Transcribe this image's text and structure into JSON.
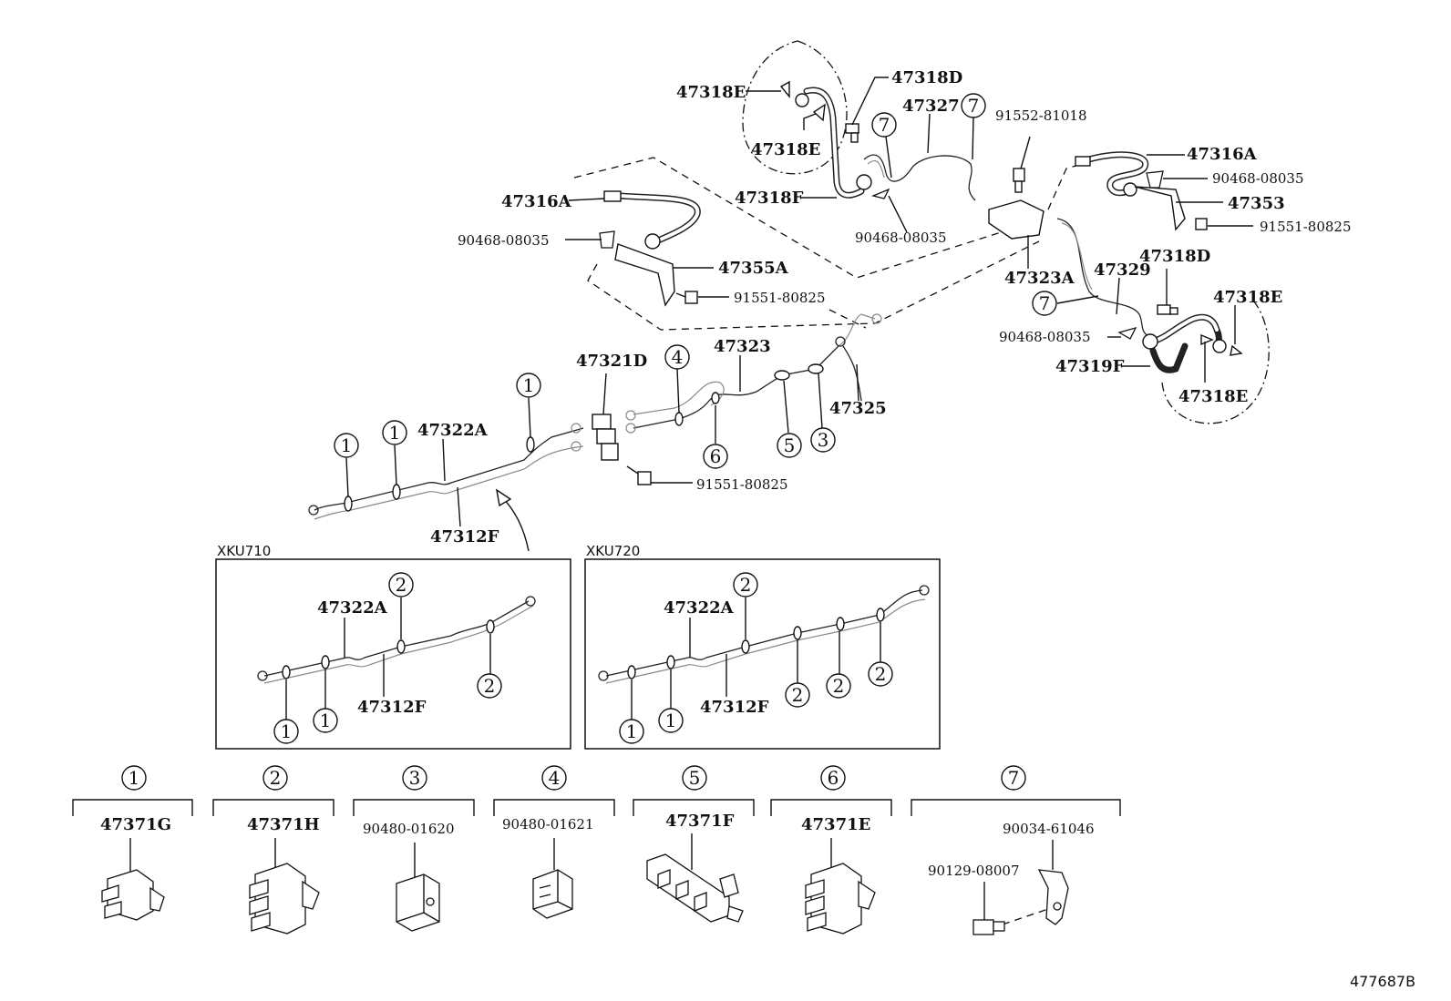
{
  "labels": {
    "p47318E_top": "47318E",
    "p47318D_top": "47318D",
    "p47318E_mid": "47318E",
    "p47327": "47327",
    "p91552": "91552-81018",
    "p47316A_right": "47316A",
    "p90468_right": "90468-08035",
    "p47353": "47353",
    "p91551_right": "91551-80825",
    "p47318F": "47318F",
    "p90468_mid": "90468-08035",
    "p47316A_left": "47316A",
    "p90468_left": "90468-08035",
    "p47355A": "47355A",
    "p91551_left": "91551-80825",
    "p47323A": "47323A",
    "p47329": "47329",
    "p47318D_right": "47318D",
    "p47318E_right_top": "47318E",
    "p90468_lower": "90468-08035",
    "p47319F": "47319F",
    "p47318E_right_bot": "47318E",
    "p47321D": "47321D",
    "p47323": "47323",
    "p47325": "47325",
    "p47322A_main": "47322A",
    "p47312F_main": "47312F",
    "p91551_center": "91551-80825"
  },
  "callouts": {
    "main_1a": "1",
    "main_1b": "1",
    "main_1c": "1",
    "c4": "4",
    "c6": "6",
    "c5": "5",
    "c3": "3",
    "c7_top": "7",
    "c7_top2": "7",
    "c7_right": "7"
  },
  "boxes": {
    "xku710": {
      "title": "XKU710",
      "label_47322A": "47322A",
      "label_47312F": "47312F",
      "callouts": [
        "2",
        "2",
        "1",
        "1"
      ]
    },
    "xku720": {
      "title": "XKU720",
      "label_47322A": "47322A",
      "label_47312F": "47312F",
      "callouts": [
        "2",
        "2",
        "2",
        "2",
        "1",
        "1"
      ]
    }
  },
  "legend": [
    {
      "num": "1",
      "part": "47371G"
    },
    {
      "num": "2",
      "part": "47371H"
    },
    {
      "num": "3",
      "part": "90480-01620"
    },
    {
      "num": "4",
      "part": "90480-01621"
    },
    {
      "num": "5",
      "part": "47371F"
    },
    {
      "num": "6",
      "part": "47371E"
    },
    {
      "num": "7",
      "part_a": "90034-61046",
      "part_b": "90129-08007"
    }
  ],
  "diagram_ref": "477687B"
}
